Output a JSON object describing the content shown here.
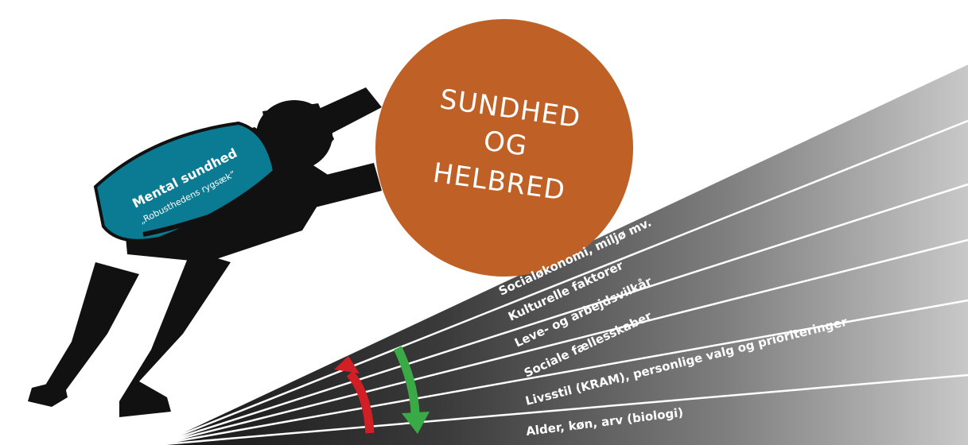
{
  "ball": {
    "line1": "SUNDHED",
    "line2": "OG",
    "line3": "HELBRED"
  },
  "backpack": {
    "title": "Mental sundhed",
    "subtitle": "„Robusthedens rygsæk”"
  },
  "layers": [
    "Socialøkonomi, miljø mv.",
    "Kulturelle faktorer",
    "Leve- og arbejdsvilkår",
    "Sociale fællesskaber",
    "Livsstil (KRAM), personlige valg og prioriteringer",
    "Alder, køn, arv (biologi)"
  ],
  "colors": {
    "ball": "#bf6126",
    "backpack": "#0a7b93",
    "silhouette": "#111111",
    "arrow_up": "#d21f26",
    "arrow_down": "#3aaa47"
  }
}
